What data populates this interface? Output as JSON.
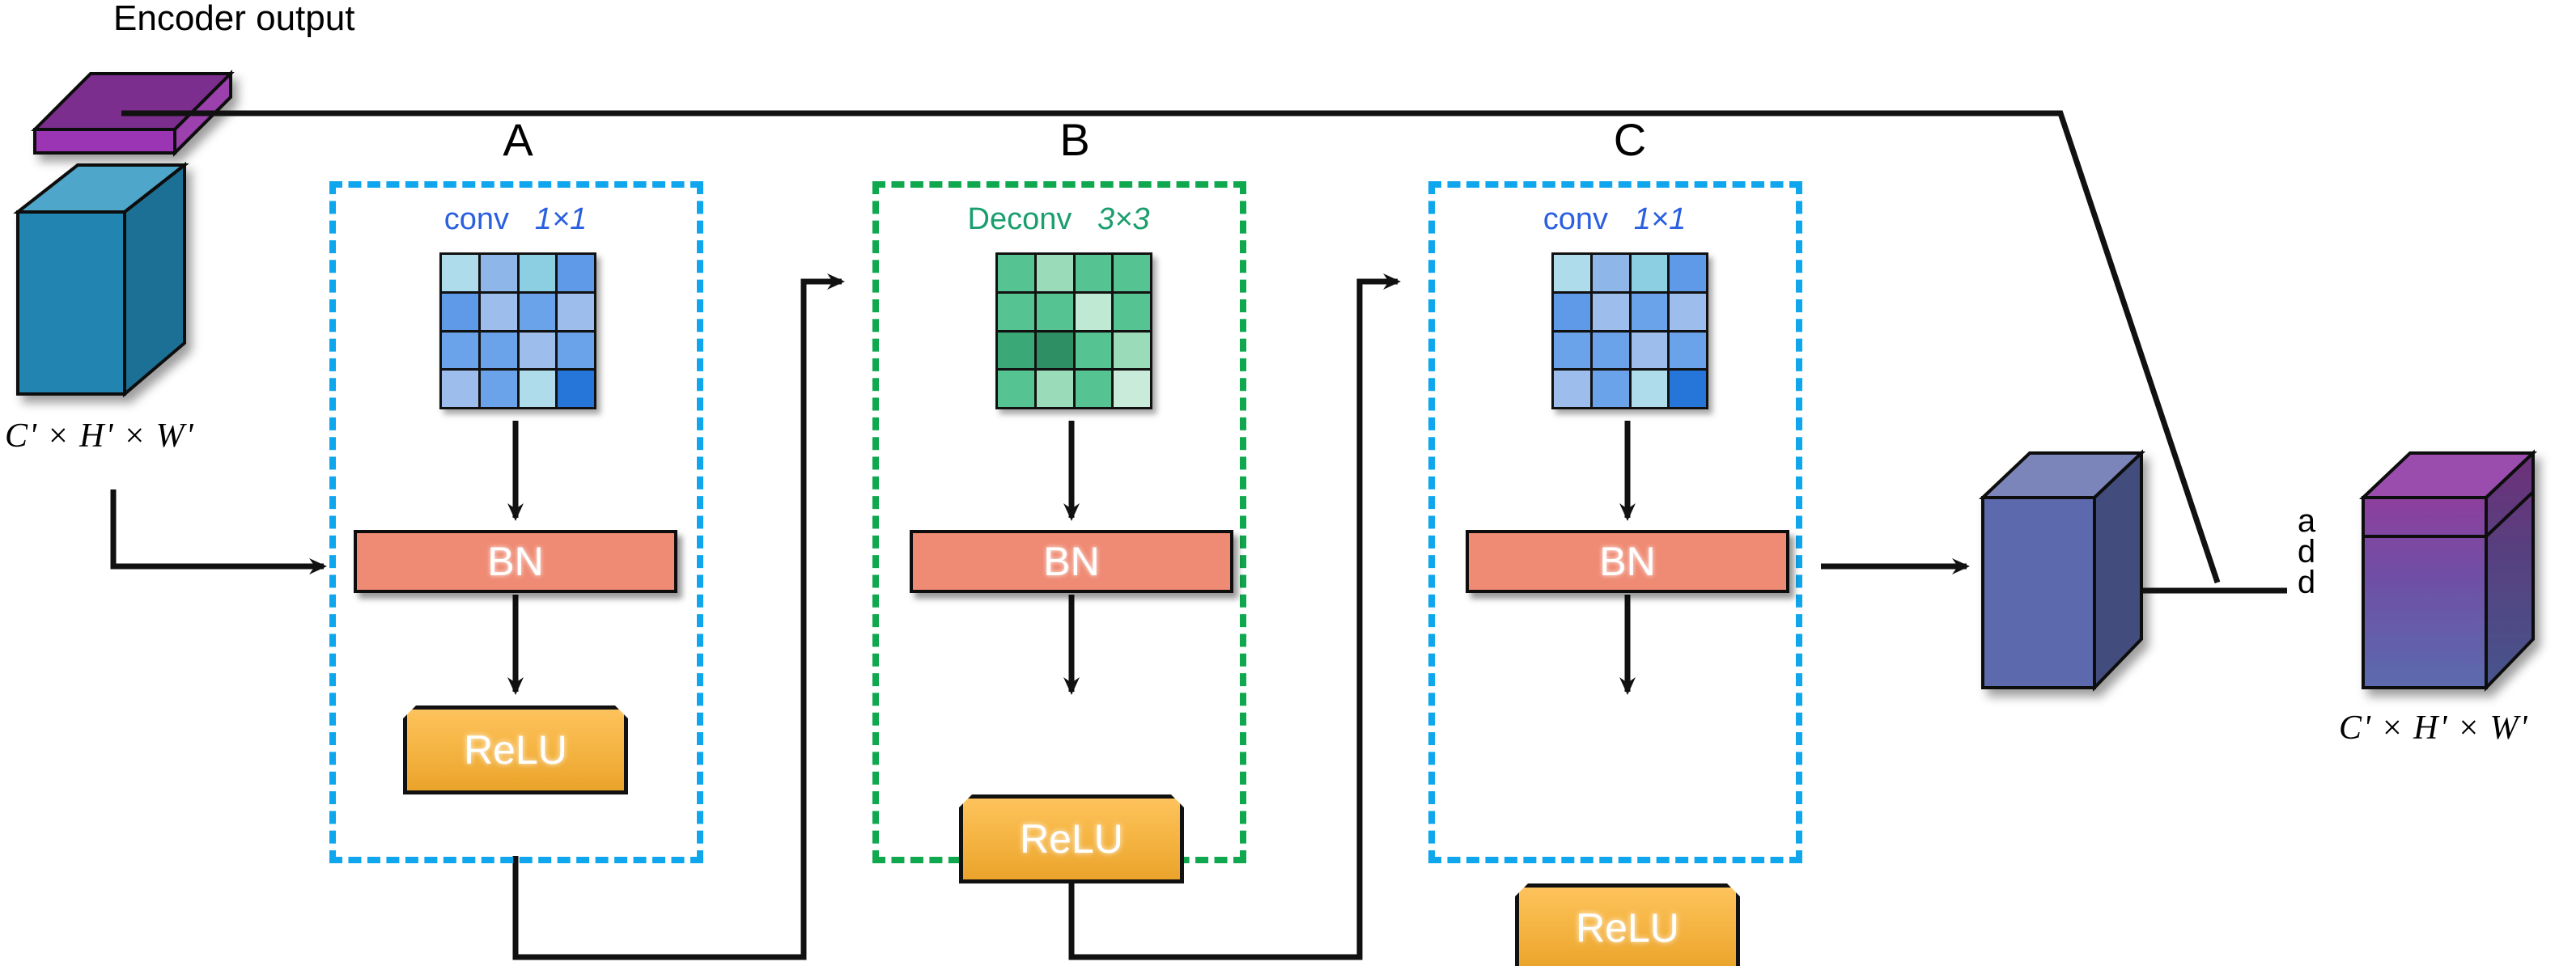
{
  "diagram": {
    "title": "Encoder output",
    "input_dim_label": "C' × H' × W'",
    "output_dim_label": "C' × H' × W'",
    "add_label_chars": [
      "a",
      "d",
      "d"
    ],
    "colors": {
      "group_blue": "#0fa6ed",
      "group_green": "#10a84f",
      "kernel_text_blue": "#2a5fe0",
      "kernel_text_green": "#1a9e6e",
      "bn_fill": "#ef8b74",
      "relu_fill": "#f6b645",
      "encoder_slab": "#7b2d8e",
      "input_cube": "#2184b0",
      "feature_cube": "#5b6bad",
      "output_cube_top": "#8e3f9e",
      "output_cube_bottom": "#5b6bad",
      "connector": "#000000"
    },
    "blocks": [
      {
        "letter": "A",
        "kernel_op": "conv",
        "kernel_size": "1×1",
        "box_style": "blue",
        "bn_label": "BN",
        "relu_label": "ReLU",
        "grid_colors": [
          "#aedcea",
          "#8fb6e8",
          "#8ccfe3",
          "#5f9ae8",
          "#5f9ae8",
          "#9dbdec",
          "#6ba3ea",
          "#9dbdec",
          "#6ba3ea",
          "#6ba3ea",
          "#9dbdec",
          "#6ba3ea",
          "#9dbdec",
          "#6ba3ea",
          "#aedcea",
          "#2576d8"
        ]
      },
      {
        "letter": "B",
        "kernel_op": "Deconv",
        "kernel_size": "3×3",
        "box_style": "green",
        "bn_label": "BN",
        "relu_label": "ReLU",
        "grid_colors": [
          "#55c392",
          "#9adcba",
          "#55c392",
          "#55c392",
          "#55c392",
          "#55c392",
          "#c0e9d4",
          "#55c392",
          "#3aa877",
          "#2d8f63",
          "#55c392",
          "#9adcba",
          "#55c392",
          "#9adcba",
          "#55c392",
          "#c8ecd9"
        ]
      },
      {
        "letter": "C",
        "kernel_op": "conv",
        "kernel_size": "1×1",
        "box_style": "blue",
        "bn_label": "BN",
        "relu_label": "ReLU",
        "grid_colors": [
          "#aedcea",
          "#8fb6e8",
          "#8ccfe3",
          "#5f9ae8",
          "#5f9ae8",
          "#9dbdec",
          "#6ba3ea",
          "#9dbdec",
          "#6ba3ea",
          "#6ba3ea",
          "#9dbdec",
          "#6ba3ea",
          "#9dbdec",
          "#6ba3ea",
          "#aedcea",
          "#2576d8"
        ]
      }
    ]
  }
}
